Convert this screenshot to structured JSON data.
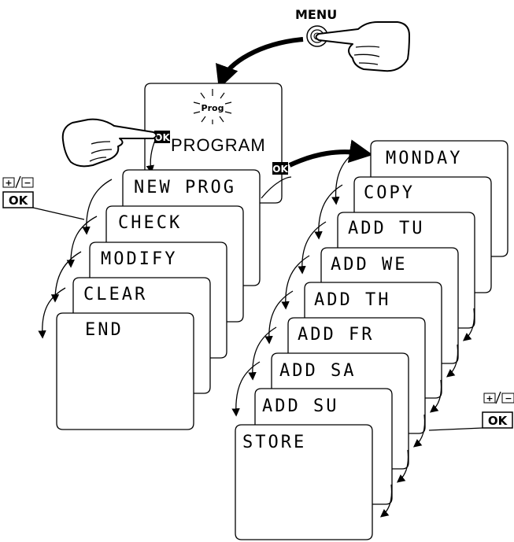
{
  "menu_label": "MENU",
  "prog_badge": "Prog",
  "ok_label": "OK",
  "plus_label": "+",
  "minus_label": "−",
  "program_screen": {
    "title": "PROGRAM"
  },
  "left_menu": [
    {
      "label": "NEW PROG"
    },
    {
      "label": "CHECK"
    },
    {
      "label": "MODIFY"
    },
    {
      "label": "CLEAR"
    },
    {
      "label": "END"
    }
  ],
  "right_menu": [
    {
      "label": "MONDAY"
    },
    {
      "label": "COPY"
    },
    {
      "label": "ADD TU"
    },
    {
      "label": "ADD WE"
    },
    {
      "label": "ADD TH"
    },
    {
      "label": "ADD FR"
    },
    {
      "label": "ADD SA"
    },
    {
      "label": "ADD SU"
    },
    {
      "label": "STORE"
    }
  ]
}
